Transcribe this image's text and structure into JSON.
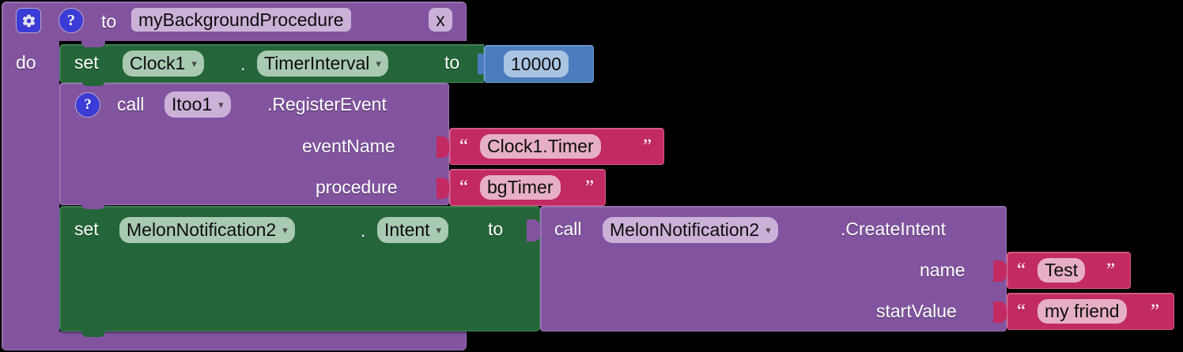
{
  "workspace": {
    "background": "#000000"
  },
  "procedure_block": {
    "color": "#8254a0",
    "mutator_icon": "gear-icon",
    "help_icon": "help-icon",
    "to_label": "to",
    "name": "myBackgroundProcedure",
    "collapse_label": "x",
    "do_label": "do"
  },
  "statements": [
    {
      "type": "set",
      "color": "#246639",
      "set_label": "set",
      "component": "Clock1",
      "dot": ".",
      "property": "TimerInterval",
      "to_label": "to",
      "value": {
        "type": "number",
        "color": "#4b7cbe",
        "value": "10000"
      }
    },
    {
      "type": "call",
      "color": "#8254a0",
      "help_icon": "help-icon",
      "call_label": "call",
      "component": "Itoo1",
      "method": ".RegisterEvent",
      "args": [
        {
          "label": "eventName",
          "value": {
            "type": "text",
            "color": "#c12a62",
            "value": "Clock1.Timer"
          }
        },
        {
          "label": "procedure",
          "value": {
            "type": "text",
            "color": "#c12a62",
            "value": "bgTimer"
          }
        }
      ]
    },
    {
      "type": "set",
      "color": "#246639",
      "set_label": "set",
      "component": "MelonNotification2",
      "dot": ".",
      "property": "Intent",
      "to_label": "to",
      "value": {
        "type": "call",
        "color": "#8254a0",
        "call_label": "call",
        "component": "MelonNotification2",
        "method": ".CreateIntent",
        "args": [
          {
            "label": "name",
            "value": {
              "type": "text",
              "color": "#c12a62",
              "value": "Test"
            }
          },
          {
            "label": "startValue",
            "value": {
              "type": "text",
              "color": "#c12a62",
              "value": "my friend"
            }
          }
        ]
      }
    }
  ],
  "glyphs": {
    "caret_down": "▾",
    "quote_open": "“",
    "quote_close": "”"
  }
}
